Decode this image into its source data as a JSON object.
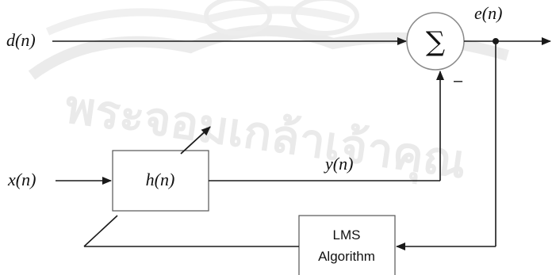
{
  "signals": {
    "d": "d(n)",
    "x": "x(n)",
    "y": "y(n)",
    "e": "e(n)"
  },
  "blocks": {
    "filter_label": "h(n)",
    "lms_line1": "LMS",
    "lms_line2": "Algorithm"
  },
  "summer": {
    "symbol": "∑",
    "minus_sign": "–"
  },
  "watermark": {
    "text": "พระจอมเกล้าเจ้าคุณ",
    "color": "#d9d9d9"
  },
  "colors": {
    "line": "#1a1a1a",
    "summer_stroke": "#8a8a8a",
    "box_stroke": "#555555"
  }
}
